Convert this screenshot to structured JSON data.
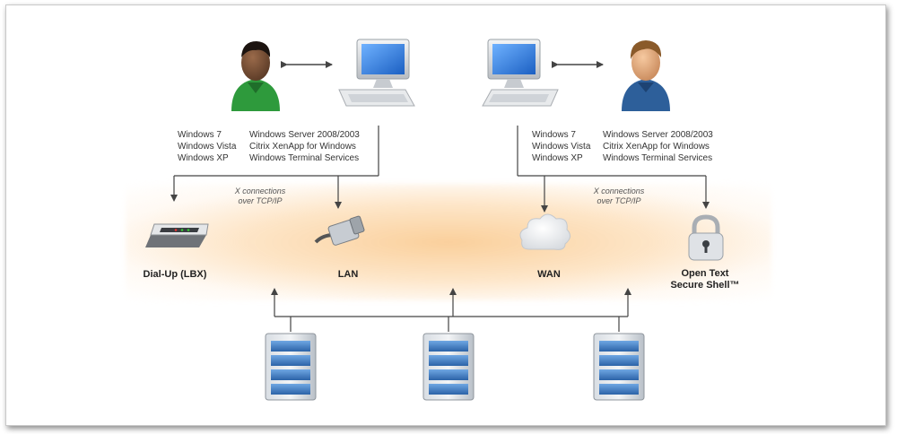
{
  "clients": {
    "left": {
      "desktop_os": [
        "Windows 7",
        "Windows Vista",
        "Windows XP"
      ],
      "server_os": [
        "Windows Server 2008/2003",
        "Citrix XenApp for Windows",
        "Windows Terminal Services"
      ]
    },
    "right": {
      "desktop_os": [
        "Windows 7",
        "Windows Vista",
        "Windows XP"
      ],
      "server_os": [
        "Windows Server 2008/2003",
        "Citrix XenApp for Windows",
        "Windows Terminal Services"
      ]
    }
  },
  "connections": {
    "left": [
      "X connections",
      "over TCP/IP"
    ],
    "right": [
      "X connections",
      "over TCP/IP"
    ]
  },
  "network": {
    "dialup": "Dial-Up (LBX)",
    "lan": "LAN",
    "wan": "WAN",
    "ssh_line1": "Open Text",
    "ssh_line2": "Secure Shell™"
  },
  "icons": {
    "left_user": "user-green-shirt-icon",
    "left_computer": "desktop-computer-icon",
    "right_computer": "desktop-computer-icon",
    "right_user": "user-blue-shirt-icon",
    "dialup": "modem-icon",
    "lan": "network-plug-icon",
    "wan": "cloud-icon",
    "ssh": "padlock-icon",
    "servers": [
      "server-tower-icon",
      "server-tower-icon",
      "server-tower-icon"
    ]
  },
  "colors": {
    "line": "#444444",
    "glow": "#fbd3a3",
    "green_shirt": "#2e9a3c",
    "blue_shirt": "#2d5f9a",
    "server_blue": "#3f7fc4",
    "monitor_blue": "#2f7fd8"
  }
}
